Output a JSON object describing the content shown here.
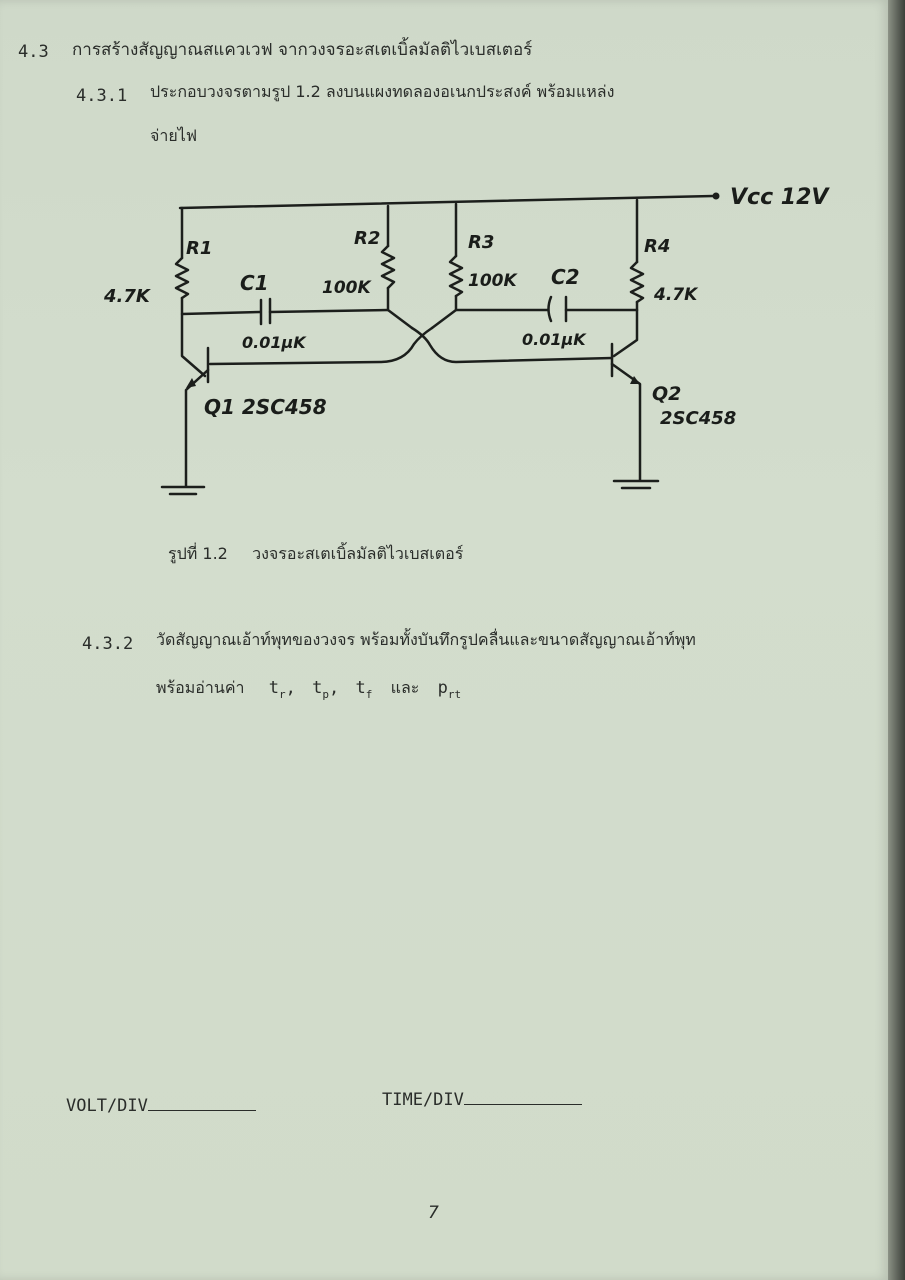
{
  "section": {
    "number": "4.3",
    "title": "การสร้างสัญญาณสแควเวฟ จากวงจรอะสเตเบิ้ลมัลติไวเบสเตอร์"
  },
  "step1": {
    "number": "4.3.1",
    "line1": "ประกอบวงจรตามรูป 1.2 ลงบนแผงทดลองอเนกประสงค์  พร้อมแหล่ง",
    "line2": "จ่ายไฟ"
  },
  "circuit": {
    "supply": "Vcc 12V",
    "r1_name": "R1",
    "r1_value": "4.7K",
    "r2_name": "R2",
    "r2_value": "100K",
    "r3_name": "R3",
    "r3_value": "100K",
    "r4_name": "R4",
    "r4_value": "4.7K",
    "c1_name": "C1",
    "c1_value": "0.01μK",
    "c2_name": "C2",
    "c2_value": "0.01μK",
    "q1_label": "Q1 2SC458",
    "q2_name": "Q2",
    "q2_part": "2SC458"
  },
  "figure_caption": {
    "label": "รูปที่ 1.2",
    "text": "วงจรอะสเตเบิ้ลมัลติไวเบสเตอร์"
  },
  "step2": {
    "number": "4.3.2",
    "line1": "วัดสัญญาณเอ้าท์พุทของวงจร พร้อมทั้งบันทึกรูปคลื่นและขนาดสัญญาณเอ้าท์พุท",
    "line2_prefix": "พร้อมอ่านค่า",
    "t": "t",
    "p": "p",
    "sub_r": "r",
    "sub_p": "p",
    "sub_f": "f",
    "sub_rt": "rt",
    "comma": ",",
    "and_word": "และ"
  },
  "fields": {
    "volt_div_label": "VOLT/DIV",
    "time_div_label": "TIME/DIV"
  },
  "page_number": "7"
}
